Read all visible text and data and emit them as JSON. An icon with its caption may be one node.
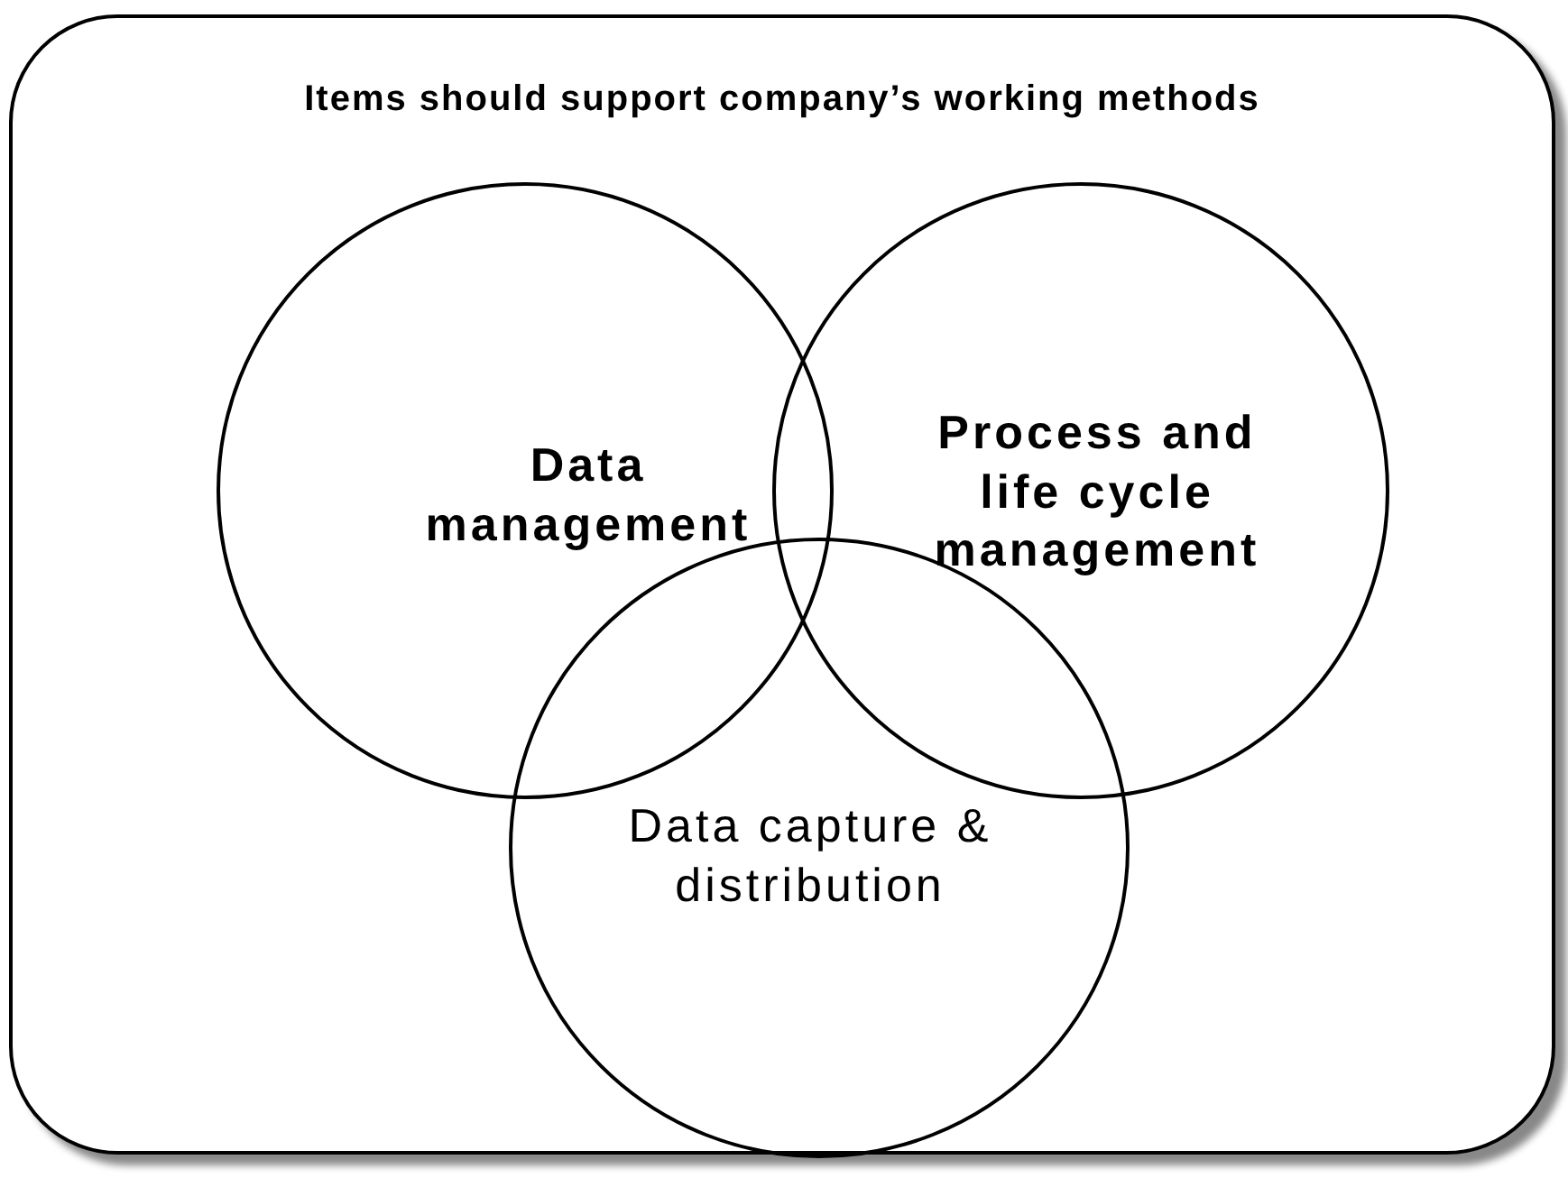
{
  "diagram": {
    "nodes": [
      {
        "text": [
          "Items should support company’s working methods"
        ]
      },
      {
        "text": [
          "Data management"
        ],
        "in": 0
      },
      {
        "text": [
          "Process and life cycle management"
        ],
        "in": 0
      },
      {
        "text": [
          "Data capture & distribution"
        ],
        "in": 0
      }
    ],
    "edges": []
  }
}
